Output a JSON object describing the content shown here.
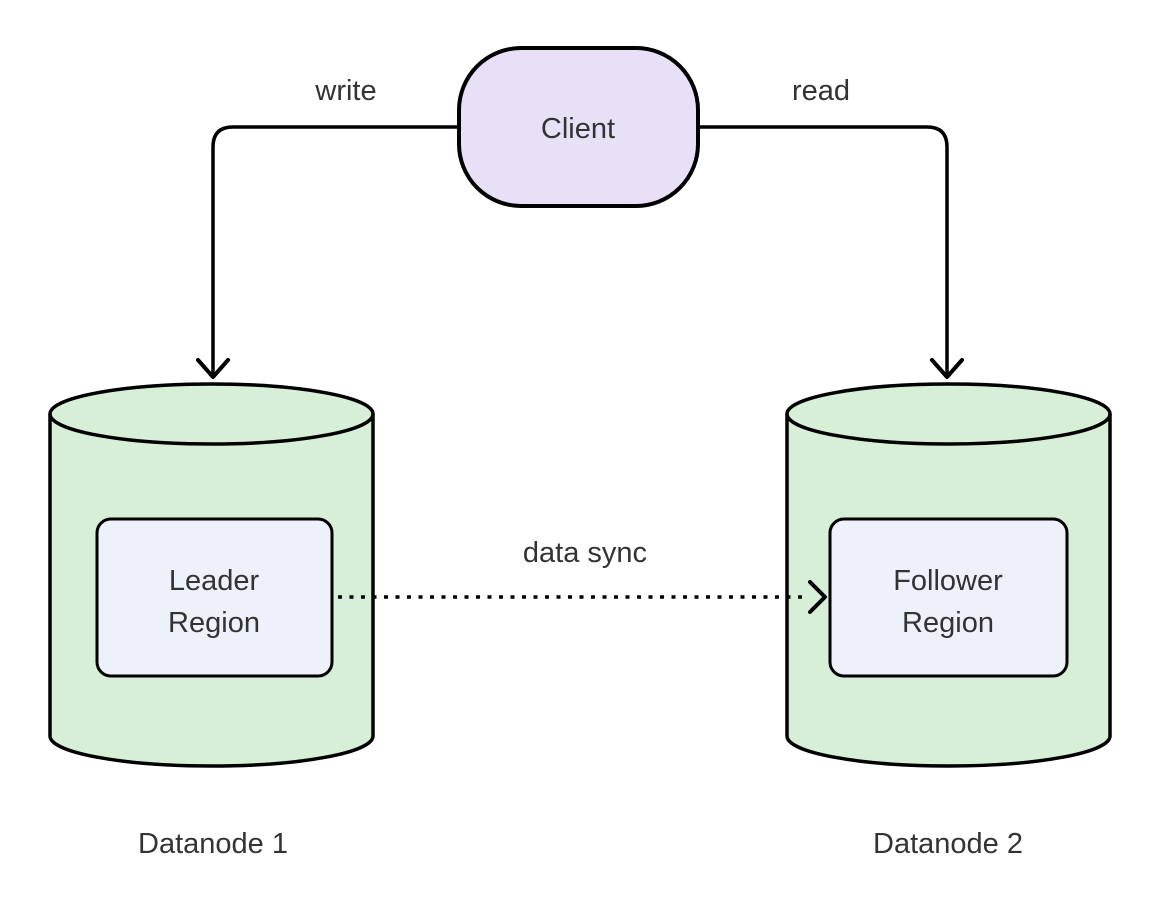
{
  "diagram": {
    "type": "flowchart",
    "background_color": "#ffffff",
    "stroke_color": "#000000",
    "text_color": "#333333",
    "nodes": {
      "client": {
        "label": "Client",
        "shape": "stadium",
        "fill": "#e7e0f7"
      },
      "datanode1": {
        "label": "Datanode 1",
        "shape": "cylinder",
        "fill": "#d7eed7"
      },
      "datanode2": {
        "label": "Datanode 2",
        "shape": "cylinder",
        "fill": "#d7eed7"
      },
      "leader_region": {
        "lines": [
          "Leader",
          "Region"
        ],
        "shape": "rounded-rectangle",
        "fill": "#edf1fa"
      },
      "follower_region": {
        "lines": [
          "Follower",
          "Region"
        ],
        "shape": "rounded-rectangle",
        "fill": "#edf1fa"
      }
    },
    "edges": {
      "write": {
        "label": "write",
        "from": "Client",
        "to": "Datanode 1",
        "style": "solid"
      },
      "read": {
        "label": "read",
        "from": "Client",
        "to": "Datanode 2",
        "style": "solid"
      },
      "data_sync": {
        "label": "data sync",
        "from": "Leader Region",
        "to": "Follower Region",
        "style": "dotted"
      }
    }
  }
}
